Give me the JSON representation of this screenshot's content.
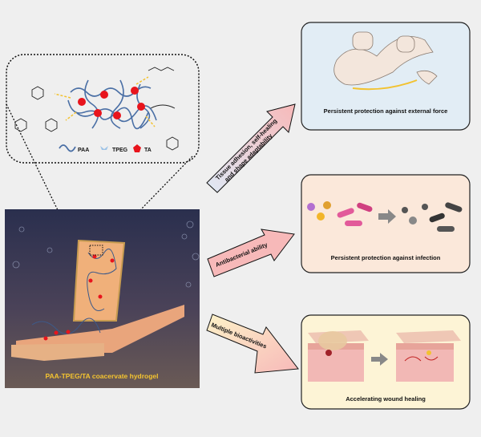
{
  "legend": {
    "paa": "PAA",
    "tpeg": "TPEG",
    "ta": "TA"
  },
  "hydrogel_label": "PAA-TPEG/TA coacervate hydrogel",
  "arrows": [
    {
      "line1": "Tissue adhesion, self-healing",
      "line2": "and shape adaptability"
    },
    {
      "line1": "Antibacterial ability"
    },
    {
      "line1": "Multiple bioactivities"
    }
  ],
  "panels": [
    {
      "caption": "Persistent protection against external force"
    },
    {
      "caption": "Persistent protection against infection"
    },
    {
      "caption": "Accelerating wound healing"
    }
  ],
  "colors": {
    "paa": "#4a6fa5",
    "tpeg": "#9ec3e6",
    "ta": "#e8141c",
    "arrow": "#f7b9b9"
  }
}
